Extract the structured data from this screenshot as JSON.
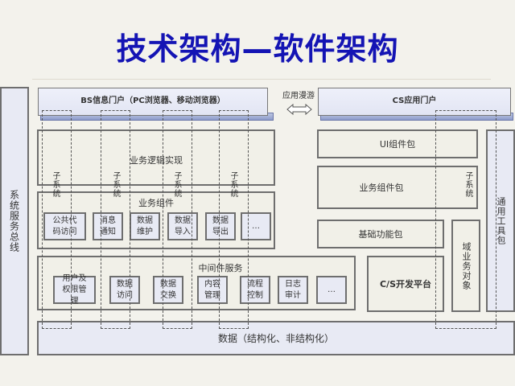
{
  "title": "技术架构—软件架构",
  "left_bus": "系统服务总线",
  "bs_portal": "BS信息门户（PC浏览器、移动浏览器）",
  "roaming": {
    "label": "应用漫游",
    "icon": "double-arrow-icon"
  },
  "cs_portal": "CS应用门户",
  "business_logic": "业务逻辑实现",
  "subsystem_label": "子系统",
  "business_components": {
    "title": "业务组件",
    "items": [
      "公共代码访问",
      "消息通知",
      "数据维护",
      "数据导入",
      "数据导出",
      "…"
    ]
  },
  "middleware": {
    "title": "中间件服务",
    "items": [
      "用户及权限管理",
      "数据访问",
      "数据交换",
      "内容管理",
      "流程控制",
      "日志审计",
      "…"
    ]
  },
  "data_layer": "数据（结构化、非结构化）",
  "cs_side": {
    "ui_package": "UI组件包",
    "business_package": "业务组件包",
    "base_package": "基础功能包",
    "cs_platform": "C/S开发平台",
    "domain_objects": "域业务对象",
    "common_tools": "通用工具包"
  },
  "colors": {
    "title": "#1414b4",
    "portal_base": "#8d9ccc",
    "box_fill": "#f1f0e8",
    "blue_fill": "#e8eaf4"
  }
}
